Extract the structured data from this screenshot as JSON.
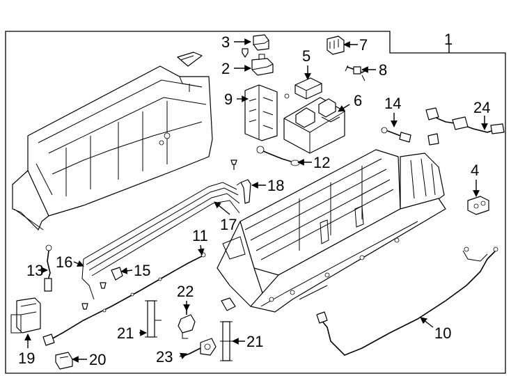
{
  "callouts": {
    "c1": "1",
    "c2": "2",
    "c3": "3",
    "c4": "4",
    "c5": "5",
    "c6": "6",
    "c7": "7",
    "c8": "8",
    "c9": "9",
    "c10": "10",
    "c11": "11",
    "c12": "12",
    "c13": "13",
    "c14": "14",
    "c15": "15",
    "c16": "16",
    "c17": "17",
    "c18": "18",
    "c19": "19",
    "c20": "20",
    "c21a": "21",
    "c21b": "21",
    "c22": "22",
    "c23": "23",
    "c24": "24"
  }
}
